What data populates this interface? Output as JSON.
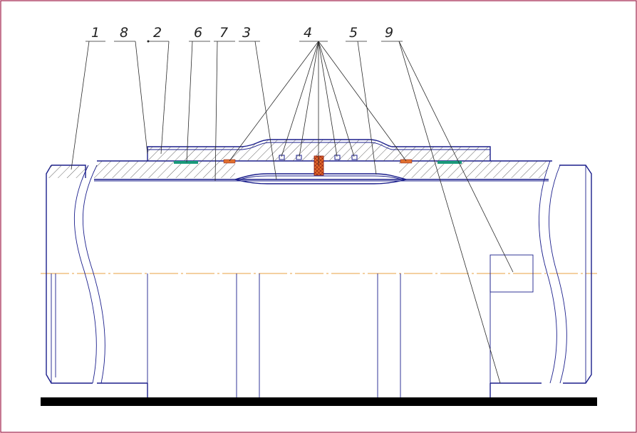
{
  "callouts": {
    "c1": "1",
    "c8": "8",
    "c2": "2",
    "c6": "6",
    "c7": "7",
    "c3": "3",
    "c4": "4",
    "c5": "5",
    "c9": "9"
  },
  "colors": {
    "outline": "#1b1f8c",
    "hatch": "#555555",
    "frame": "#a0204a",
    "axis_line": "#e8a040",
    "seal_ring": "#e07030",
    "green_insert": "#1a9a7a",
    "ground": "#000000"
  },
  "icons": {
    "hatching": "diagonal-hatch-pattern",
    "center_seal": "crosshatch-red-block"
  }
}
